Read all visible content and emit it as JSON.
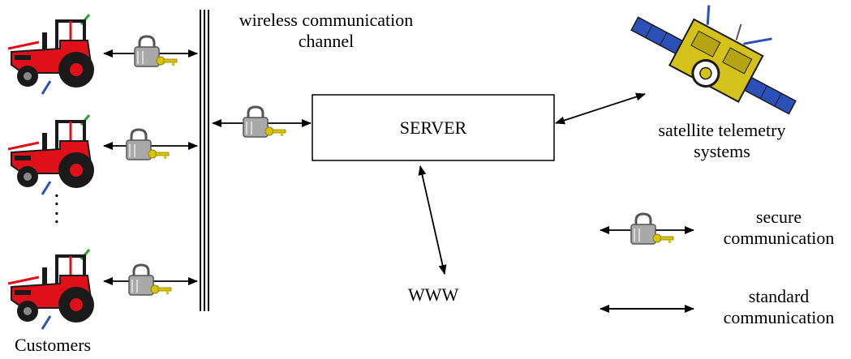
{
  "labels": {
    "channel_line1": "wireless communication",
    "channel_line2": "channel",
    "server": "SERVER",
    "satellite_line1": "satellite telemetry",
    "satellite_line2": "systems",
    "www": "WWW",
    "customers": "Customers",
    "vertical_dots": ":",
    "legend_secure_line1": "secure",
    "legend_secure_line2": "communication",
    "legend_standard_line1": "standard",
    "legend_standard_line2": "communication"
  },
  "colors": {
    "tractor_body": "#e0101a",
    "tractor_dark": "#1a1a1a",
    "lock_body": "#a9a9a9",
    "key": "#d8c400",
    "satellite_body": "#d4c21a",
    "satellite_panel": "#2b50b8",
    "green_antenna": "#27a327",
    "blue_antenna": "#2b50b8"
  },
  "icons": [
    "tractor-icon",
    "padlock-key-icon",
    "satellite-icon",
    "double-arrow-icon"
  ]
}
